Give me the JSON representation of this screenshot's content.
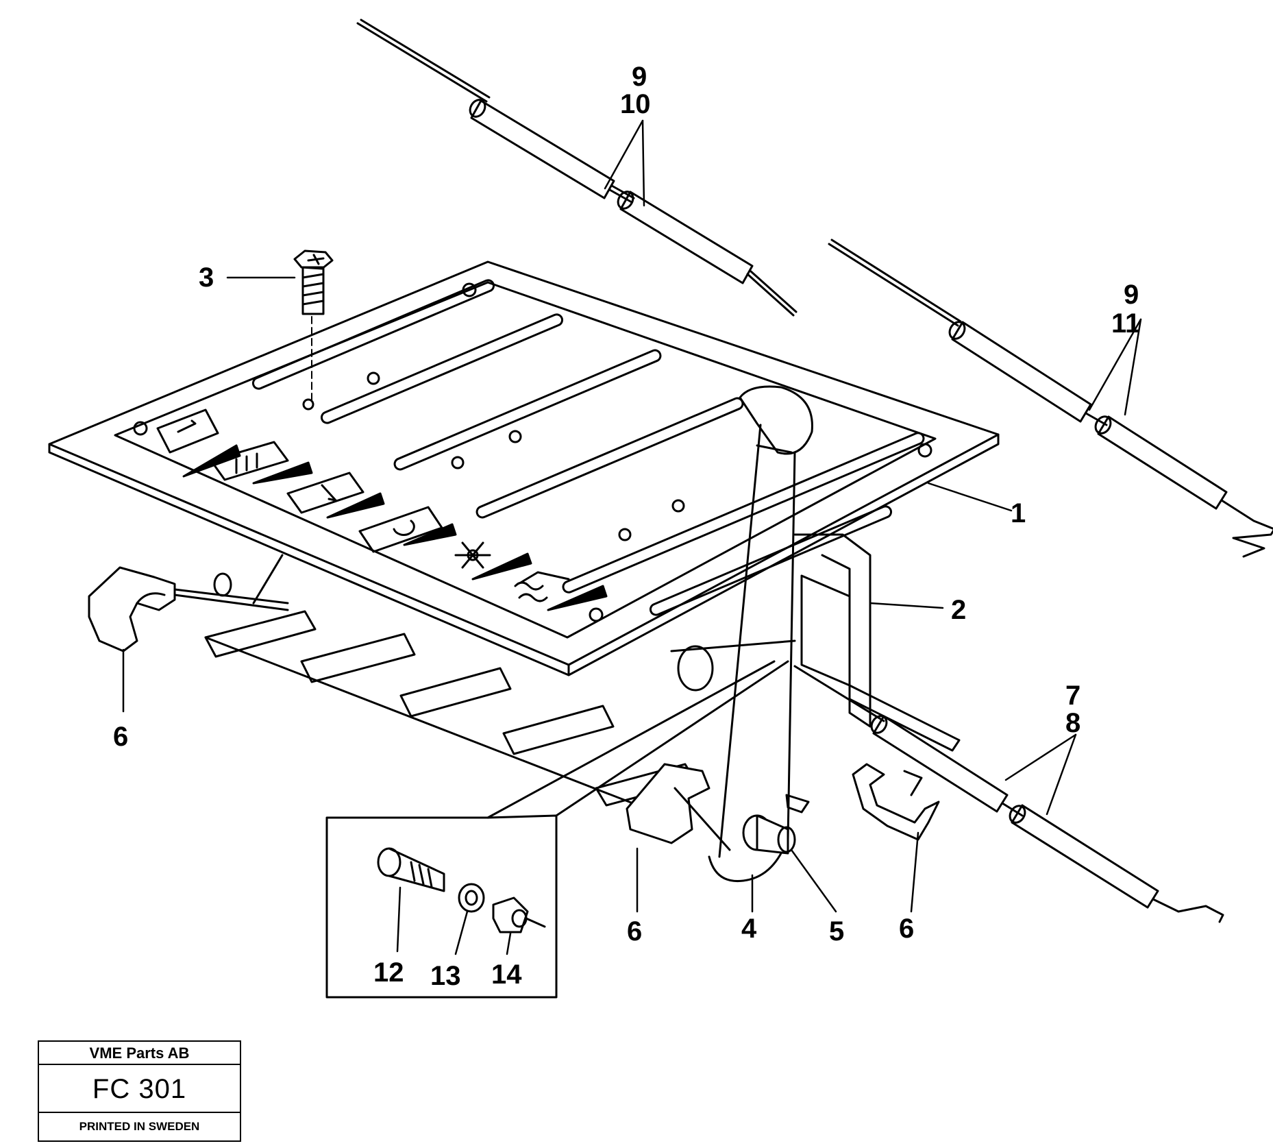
{
  "diagram": {
    "callouts": {
      "c1": "1",
      "c2": "2",
      "c3": "3",
      "c4": "4",
      "c5": "5",
      "c6a": "6",
      "c6b": "6",
      "c6c": "6",
      "c7": "7",
      "c8": "8",
      "c9a": "9",
      "c10": "10",
      "c9b": "9",
      "c11": "11",
      "c12": "12",
      "c13": "13",
      "c14": "14"
    }
  },
  "title_block": {
    "company": "VME Parts AB",
    "code": "FC 301",
    "printed": "PRINTED IN SWEDEN"
  },
  "colors": {
    "ink": "#000000",
    "paper": "#ffffff"
  }
}
